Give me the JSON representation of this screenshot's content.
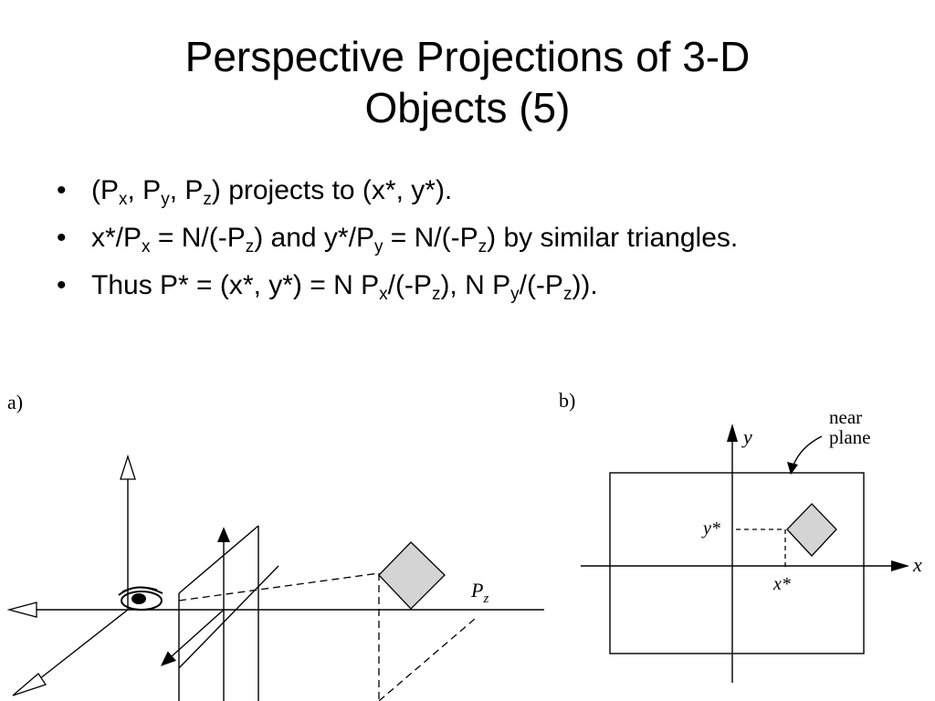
{
  "slide": {
    "title_line1": "Perspective Projections of 3-D",
    "title_line2": "Objects (5)"
  },
  "bullets": {
    "b1": {
      "p1": "(P",
      "s1": "x",
      "p2": ", P",
      "s2": "y",
      "p3": ", P",
      "s3": "z",
      "p4": ") projects to (x*, y*)."
    },
    "b2": {
      "p1": "x*/P",
      "s1": "x",
      "p2": " = N/(-P",
      "s2": "z",
      "p3": ") and y*/P",
      "s3": "y",
      "p4": " = N/(-P",
      "s4": "z",
      "p5": ") by similar triangles."
    },
    "b3": {
      "p1": "Thus P* = (x*, y*) = N P",
      "s1": "x",
      "p2": "/(-P",
      "s2": "z",
      "p3": "), N P",
      "s3": "y",
      "p4": "/(-P",
      "s4": "z",
      "p5": "))."
    }
  },
  "figure_a": {
    "panel_label": "a)",
    "axis_label": "P",
    "axis_label_sub": "z"
  },
  "figure_b": {
    "panel_label": "b)",
    "y_label": "y",
    "x_label": "x",
    "near_plane_line1": "near",
    "near_plane_line2": "plane",
    "ystar_label": "y*",
    "xstar_label": "x*"
  }
}
